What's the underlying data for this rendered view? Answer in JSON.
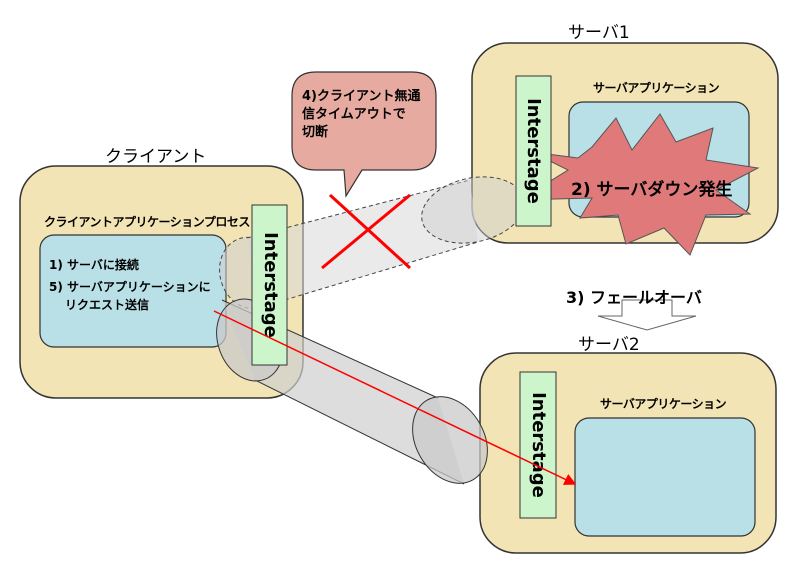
{
  "client": {
    "title": "クライアント",
    "process_label": "クライアントアプリケーションプロセス",
    "steps": [
      "1) サーバに接続",
      "5) サーバアプリケーションに",
      "リクエスト送信"
    ],
    "middleware": "Interstage"
  },
  "server1": {
    "title": "サーバ1",
    "app_label": "サーバアプリケーション",
    "middleware": "Interstage",
    "failure": "2) サーバダウン発生"
  },
  "server2": {
    "title": "サーバ2",
    "app_label": "サーバアプリケーション",
    "middleware": "Interstage"
  },
  "callout": {
    "lines": [
      "4)クライアント無通",
      "信タイムアウトで",
      "切断"
    ]
  },
  "failover": {
    "label": "3) フェールオーバ"
  },
  "colors": {
    "box_fill": "#f2e4b4",
    "app_fill": "#b9e0e6",
    "middleware_fill": "#ccf5cc",
    "burst_fill": "#e07a7a",
    "callout_fill": "#e7aaa0",
    "cross": "#ff0000"
  }
}
